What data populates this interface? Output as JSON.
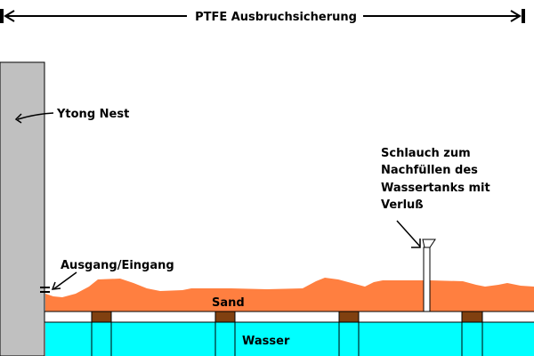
{
  "title": "PTFE Ausbruchsicherung",
  "labels": {
    "wall": "Ytong Nest",
    "entrance": "Ausgang/Eingang",
    "sand": "Sand",
    "water": "Wasser",
    "hose": [
      "Schlauch zum",
      "Nachfüllen des",
      "Wassertanks mit",
      "Verluß"
    ]
  },
  "colors": {
    "wall": "#c0c0c0",
    "sand": "#ff7f40",
    "water": "#00ffff",
    "pillar": "#804010"
  }
}
